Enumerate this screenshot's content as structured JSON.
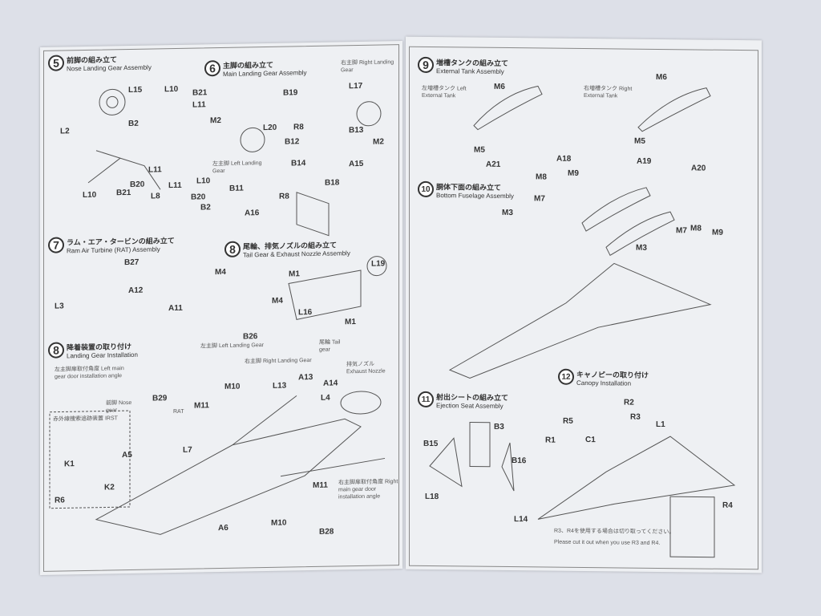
{
  "left_page": {
    "sections": [
      {
        "num": "5",
        "jp": "前脚の組み立て",
        "en": "Nose Landing Gear Assembly"
      },
      {
        "num": "6",
        "jp": "主脚の組み立て",
        "en": "Main Landing Gear Assembly"
      },
      {
        "num": "7",
        "jp": "ラム・エア・タービンの組み立て",
        "en": "Ram Air Turbine (RAT) Assembly"
      },
      {
        "num": "8",
        "jp": "尾輪、排気ノズルの組み立て",
        "en": "Tail Gear & Exhaust Nozzle Assembly"
      },
      {
        "num": "8",
        "jp": "降着装置の取り付け",
        "en": "Landing Gear Installation"
      }
    ],
    "notes": {
      "right_gear": "右主脚 Right Landing Gear",
      "left_gear": "左主脚 Left Landing Gear",
      "left_gear2": "左主脚 Left Landing Gear",
      "right_gear2": "右主脚 Right Landing Gear",
      "tail_gear": "尾輪 Tail gear",
      "exhaust": "排気ノズル Exhaust Nozzle",
      "nose_gear": "前脚 Nose gear",
      "rat": "RAT",
      "left_door": "左主脚扉取付角度 Left main gear door installation angle",
      "right_door": "右主脚扉取付角度 Right main gear door installation angle",
      "irst": "赤外線捜索追跡装置 IRST"
    },
    "parts": [
      "L15",
      "L10",
      "B21",
      "L11",
      "B2",
      "L2",
      "M2",
      "L20",
      "B19",
      "L17",
      "R8",
      "B13",
      "M2",
      "B12",
      "A15",
      "L11",
      "B20",
      "L10",
      "B21",
      "L8",
      "L11",
      "L10",
      "B20",
      "B2",
      "B14",
      "B11",
      "R8",
      "A16",
      "B18",
      "B27",
      "L3",
      "A12",
      "M4",
      "M4",
      "A11",
      "B26",
      "M1",
      "L19",
      "M1",
      "L16",
      "B29",
      "M10",
      "M11",
      "L13",
      "A13",
      "A14",
      "L4",
      "L7",
      "A5",
      "K1",
      "K2",
      "R6",
      "A6",
      "M11",
      "M10",
      "B28"
    ]
  },
  "right_page": {
    "sections": [
      {
        "num": "9",
        "jp": "増槽タンクの組み立て",
        "en": "External Tank Assembly"
      },
      {
        "num": "10",
        "jp": "胴体下面の組み立て",
        "en": "Bottom Fuselage Assembly"
      },
      {
        "num": "11",
        "jp": "射出シートの組み立て",
        "en": "Ejection Seat Assembly"
      },
      {
        "num": "12",
        "jp": "キャノピーの取り付け",
        "en": "Canopy Installation"
      }
    ],
    "notes": {
      "left_tank": "左増槽タンク Left External Tank",
      "right_tank": "右増槽タンク Right External Tank",
      "cut_jp": "R3、R4を使用する場合は切り取ってください。",
      "cut_en": "Please cut it out when you use R3 and R4."
    },
    "parts": [
      "M6",
      "M6",
      "M5",
      "A21",
      "A18",
      "M5",
      "A19",
      "A20",
      "M8",
      "M9",
      "M7",
      "M3",
      "M3",
      "M7",
      "M8",
      "M9",
      "B3",
      "B15",
      "B16",
      "L18",
      "R2",
      "R5",
      "C1",
      "R3",
      "L1",
      "R1",
      "R4",
      "L14"
    ]
  }
}
